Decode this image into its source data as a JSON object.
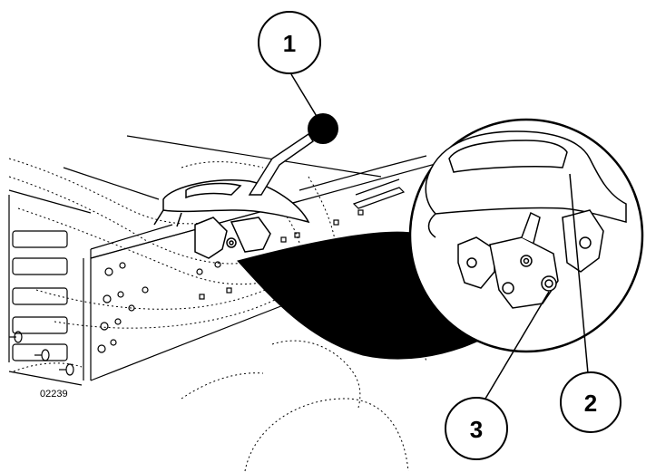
{
  "figure": {
    "code": "02239",
    "callouts": [
      {
        "label": "1",
        "part": "knob"
      },
      {
        "label": "2",
        "part": "hood-latch-handle"
      },
      {
        "label": "3",
        "part": "latch-pivot-nut"
      }
    ]
  },
  "colors": {
    "line": "#000000",
    "background": "#ffffff",
    "zoom_fill": "#000000"
  }
}
